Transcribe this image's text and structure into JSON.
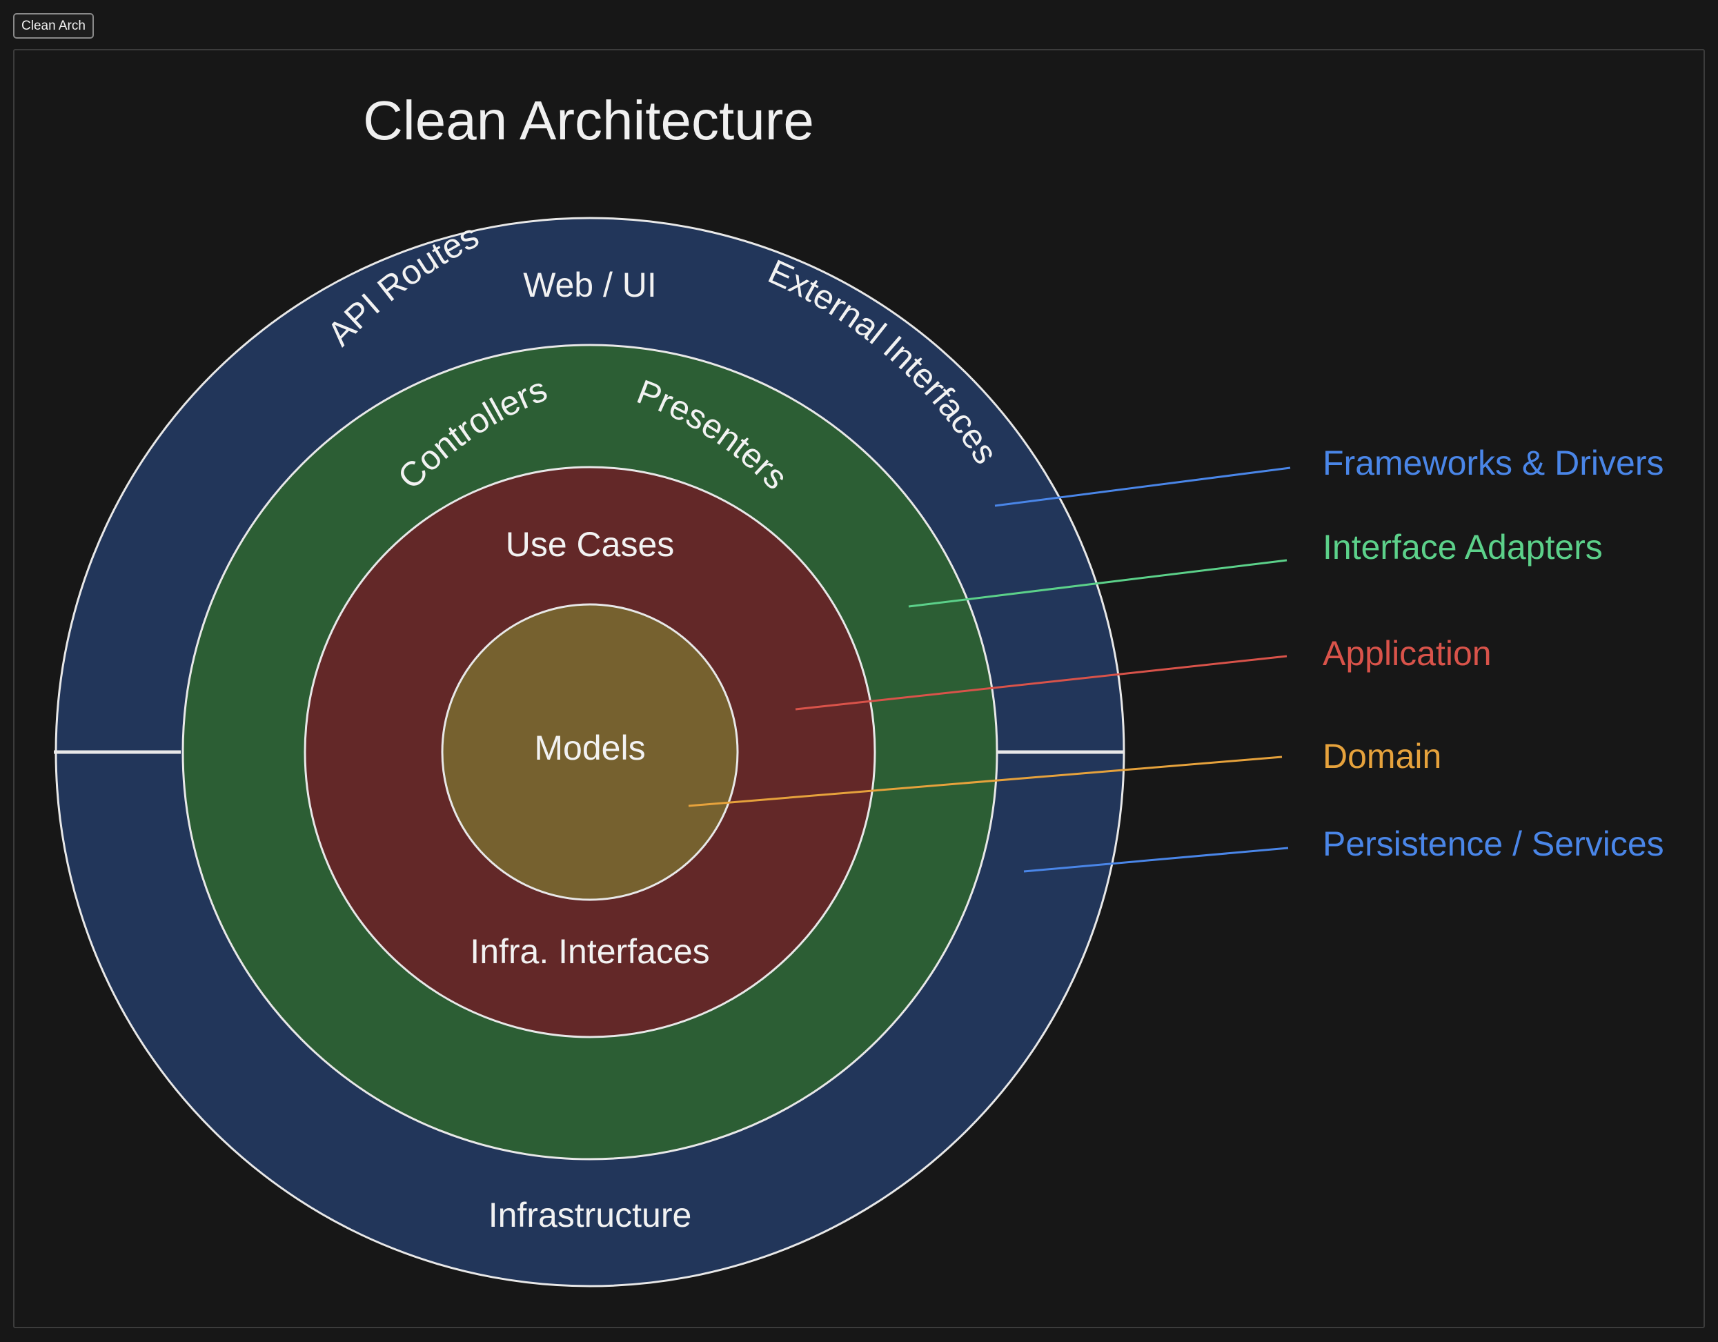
{
  "tab": {
    "label": "Clean Arch"
  },
  "diagram": {
    "title": "Clean Architecture",
    "rings": {
      "outer": {
        "fill": "#22365a",
        "labels": [
          "API Routes",
          "Web / UI",
          "External Interfaces",
          "Infrastructure"
        ]
      },
      "second": {
        "fill": "#2c5e34",
        "labels": [
          "Controllers",
          "Presenters"
        ]
      },
      "third": {
        "fill": "#632828",
        "labels": [
          "Use Cases",
          "Infra. Interfaces"
        ]
      },
      "core": {
        "fill": "#76612f",
        "labels": [
          "Models"
        ]
      }
    },
    "legend": [
      {
        "label": "Frameworks & Drivers",
        "color": "#4a86e8"
      },
      {
        "label": "Interface Adapters",
        "color": "#5cd18a"
      },
      {
        "label": "Application",
        "color": "#d9534a"
      },
      {
        "label": "Domain",
        "color": "#e6a23c"
      },
      {
        "label": "Persistence / Services",
        "color": "#4a86e8"
      }
    ]
  }
}
